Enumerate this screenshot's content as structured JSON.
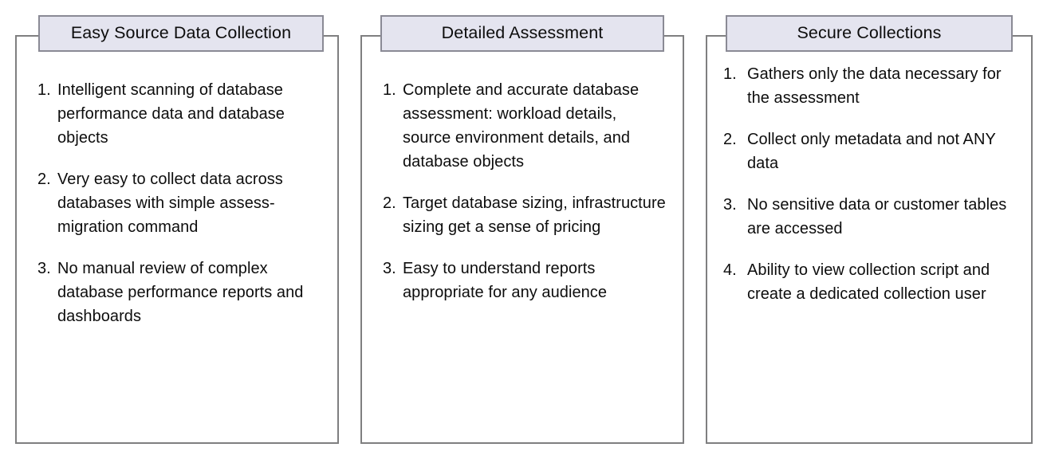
{
  "diagram": {
    "type": "three-column-bracket-list",
    "background_color": "#ffffff",
    "border_color": "#7f7f80",
    "tab_fill_color": "#e4e4ef",
    "tab_border_color": "#8a8a95",
    "text_color": "#0d0d0d"
  },
  "panels": [
    {
      "id": "easy-source-data-collection",
      "title": "Easy Source Data Collection",
      "items": [
        {
          "marker": "1.",
          "text": "Intelligent scanning of database performance data and database objects"
        },
        {
          "marker": "2.",
          "text": "Very easy to collect data across databases with simple assess-migration command"
        },
        {
          "marker": "3.",
          "text": "No manual review of complex database performance reports and dashboards"
        }
      ]
    },
    {
      "id": "detailed-assessment",
      "title": "Detailed Assessment",
      "items": [
        {
          "marker": "1.",
          "text": "Complete and accurate database assessment: workload details, source environment details, and database objects"
        },
        {
          "marker": "2.",
          "text": "Target database sizing, infrastructure sizing get a sense of pricing"
        },
        {
          "marker": "3.",
          "text": "Easy to understand reports appropriate for any audience"
        }
      ]
    },
    {
      "id": "secure-collections",
      "title": "Secure Collections",
      "items": [
        {
          "marker": "1.",
          "text": "Gathers only the data necessary for the assessment"
        },
        {
          "marker": "2.",
          "text": "Collect only metadata and not ANY data"
        },
        {
          "marker": "3.",
          "text": "No sensitive data or customer tables are accessed"
        },
        {
          "marker": "4.",
          "text": "Ability to view collection script and create a dedicated collection user"
        }
      ]
    }
  ]
}
